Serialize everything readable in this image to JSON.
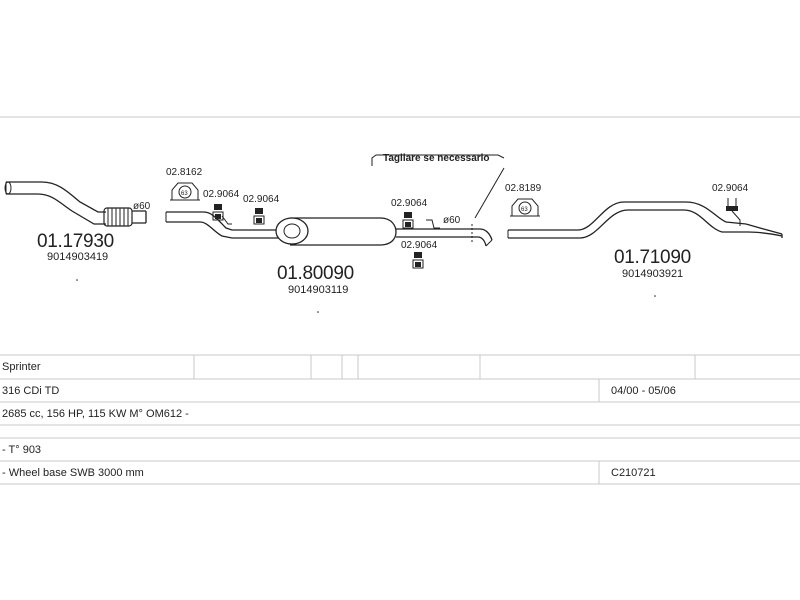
{
  "parts": {
    "front_pipe": {
      "code": "01.17930",
      "oem": "9014903419"
    },
    "middle_silencer": {
      "code": "01.80090",
      "oem": "9014903119"
    },
    "rear_pipe": {
      "code": "01.71090",
      "oem": "9014903921"
    }
  },
  "hardware": {
    "clamp_front": {
      "code": "02.8162",
      "size": "63"
    },
    "hanger_1": {
      "code": "02.9064"
    },
    "hanger_2": {
      "code": "02.9064"
    },
    "hanger_3": {
      "code": "02.9064"
    },
    "hanger_4": {
      "code": "02.9064"
    },
    "clamp_rear": {
      "code": "02.8189",
      "size": "63"
    },
    "hanger_rear": {
      "code": "02.9064"
    }
  },
  "diameters": {
    "front": "ø60",
    "rear": "ø60"
  },
  "note": "Tagliare se necessario",
  "vehicle": {
    "model": "Sprinter",
    "variant": "316 CDi TD",
    "years": "04/00 - 05/06",
    "engine": "2685 cc, 156 HP, 115 KW M° OM612 -",
    "type": "- T° 903",
    "wheelbase": "- Wheel base SWB 3000 mm",
    "catalog_code": "C210721"
  }
}
